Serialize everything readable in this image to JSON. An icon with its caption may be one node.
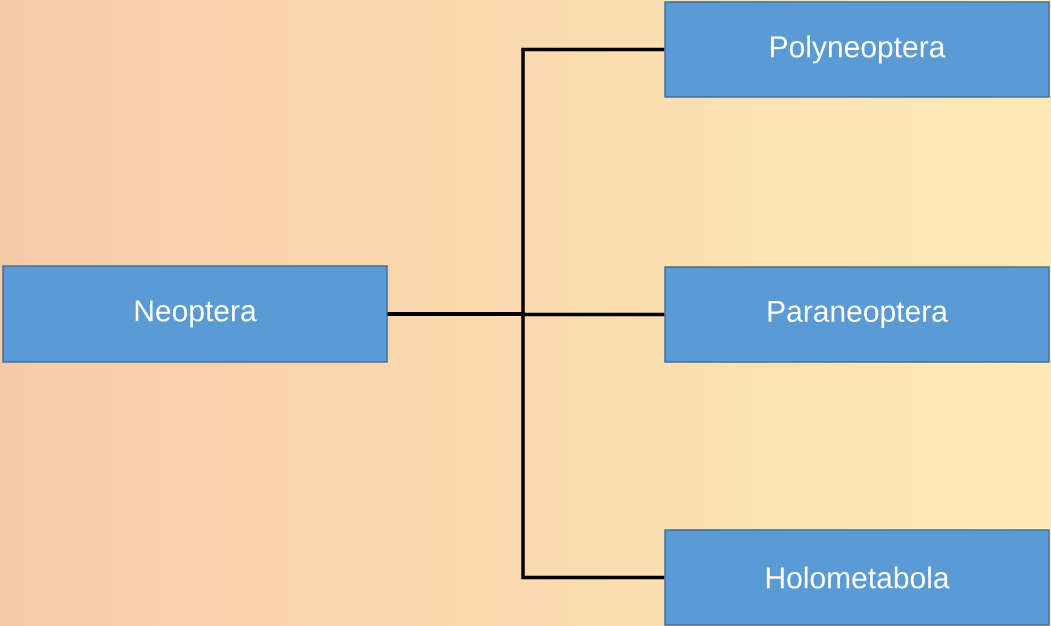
{
  "diagram": {
    "nodes": [
      {
        "text": [
          "Neoptera"
        ]
      },
      {
        "text": [
          "Polyneoptera"
        ]
      },
      {
        "text": [
          "Paraneoptera"
        ]
      },
      {
        "text": [
          "Holometabola"
        ]
      }
    ],
    "edges": [
      {
        "from": 0,
        "to": 1,
        "arrow": "none"
      },
      {
        "from": 0,
        "to": 2,
        "arrow": "none"
      },
      {
        "from": 0,
        "to": 3,
        "arrow": "none"
      }
    ]
  }
}
